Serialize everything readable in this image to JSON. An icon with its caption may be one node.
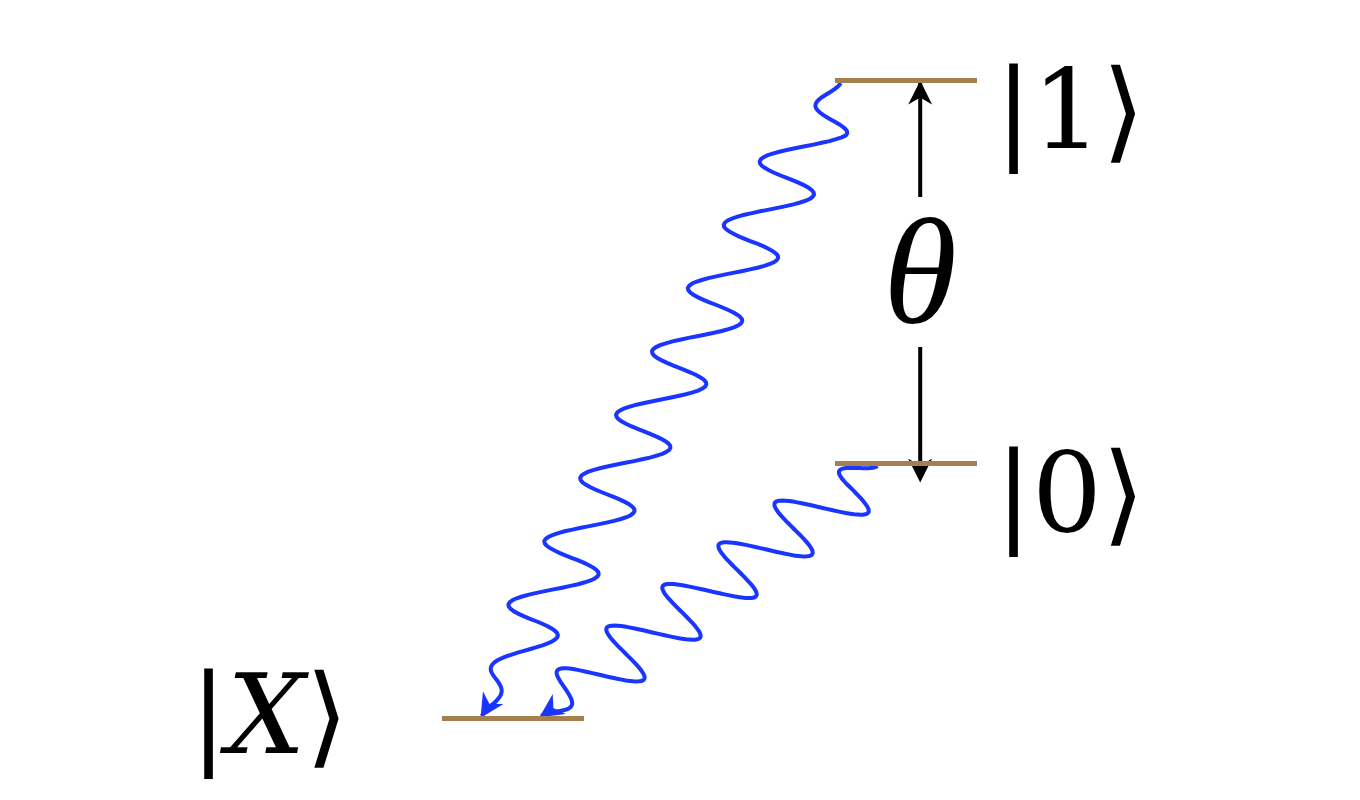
{
  "diagram": {
    "nodes": [
      {
        "text": [],
        "shape": "bar",
        "beside": [
          "|1⟩"
        ]
      },
      {
        "text": [],
        "shape": "bar",
        "beside": [
          "|0⟩"
        ]
      },
      {
        "text": [],
        "shape": "bar",
        "beside": [
          "|*X*⟩"
        ]
      }
    ],
    "edges": [
      {
        "from": 0,
        "to": 2,
        "arrow": "to",
        "color": "#1a35ff"
      },
      {
        "from": 1,
        "to": 2,
        "arrow": "to",
        "color": "#1a35ff"
      },
      {
        "from": 1,
        "to": 0,
        "arrow": "both",
        "label": "θ",
        "color": "#000000"
      }
    ]
  }
}
